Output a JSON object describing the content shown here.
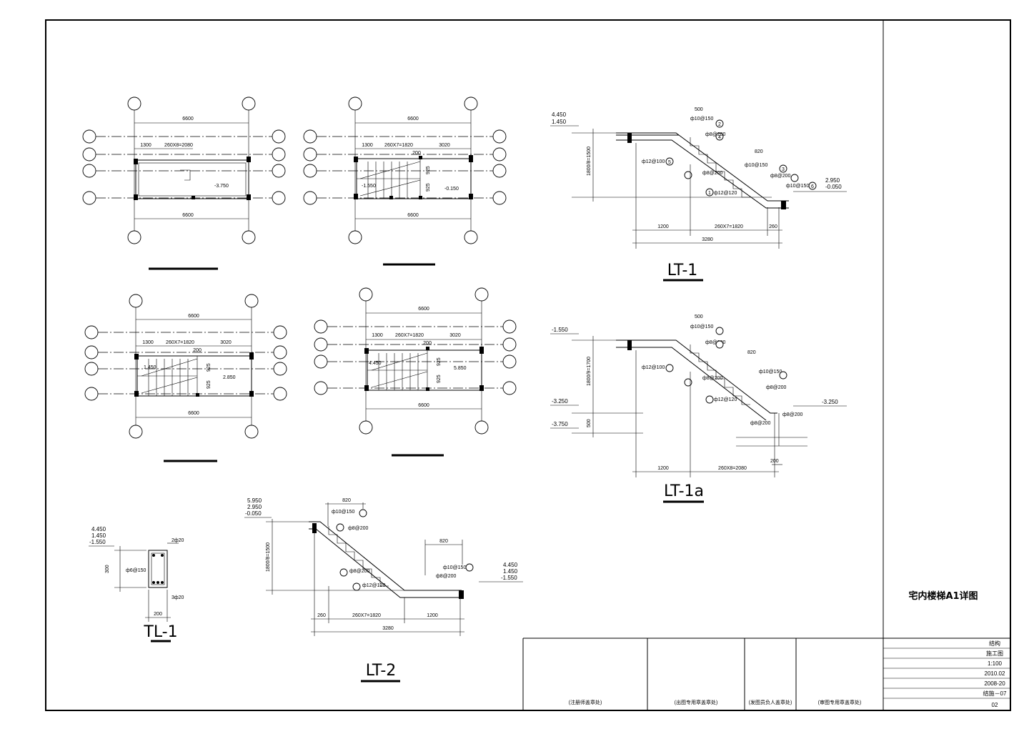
{
  "drawing_title": "宅内楼梯A1详图",
  "title_block": {
    "rows": [
      "结构",
      "施工图",
      "1:100",
      "2010.02",
      "2008-20",
      "结施－07",
      "02"
    ]
  },
  "stamp_cells": [
    "(注册师盖章处)",
    "(出图专用章盖章处)",
    "(发图员负人盖章处)",
    "(审图专用章盖章处)"
  ],
  "plans": {
    "dim_overall": "6600",
    "plan1": {
      "seg1": "1300",
      "seg2": "260X8=2080",
      "elev": "-3.750"
    },
    "plan2": {
      "seg1": "1300",
      "seg2": "260X7=1820",
      "seg3": "3020",
      "mid": "200",
      "v1": "925",
      "v2": "925",
      "elev_left": "-1.550",
      "elev_right": "-0.150"
    },
    "plan3": {
      "seg1": "1300",
      "seg2": "260X7=1820",
      "seg3": "3020",
      "mid": "200",
      "v1": "925",
      "v2": "925",
      "elev_left": "1.450",
      "elev_right": "2.850"
    },
    "plan4": {
      "seg1": "1300",
      "seg2": "260X7=1820",
      "seg3": "3020",
      "mid": "200",
      "v1": "925",
      "v2": "925",
      "elev_left": "4.450",
      "elev_right": "5.850"
    }
  },
  "lt1": {
    "label": "LT-1",
    "elev_top1": "4.450",
    "elev_top2": "1.450",
    "elev_bot1": "2.950",
    "elev_bot2": "-0.050",
    "height": "1800/8=1500",
    "top_dim": "500",
    "mid_dim": "820",
    "bars": [
      "ф10@150",
      "ф8@200",
      "ф12@100",
      "ф8@200",
      "ф10@150",
      "ф8@200",
      "ф12@120",
      "ф10@150"
    ],
    "marks": [
      "1",
      "2",
      "3",
      "4",
      "5",
      "6"
    ],
    "dims_bottom": [
      "1200",
      "260X7=1820",
      "260"
    ],
    "total": "3280"
  },
  "lt1a": {
    "label": "LT-1a",
    "elev_top": "-1.550",
    "elev_mid": "-3.250",
    "elev_mid_r": "-3.250",
    "elev_low": "-3.750",
    "height": "1800/9=1700",
    "pit": "500",
    "top_dim": "500",
    "mid_dim": "820",
    "bars": [
      "ф10@150",
      "ф8@200",
      "ф12@100",
      "ф8@200",
      "ф10@150",
      "ф8@200",
      "ф12@120",
      "ф8@200",
      "ф8@200"
    ],
    "dims_bottom": [
      "1200",
      "260X8=2080"
    ],
    "base": "200"
  },
  "lt2": {
    "label": "LT-2",
    "elev_top": [
      "5.950",
      "2.950",
      "-0.050"
    ],
    "elev_bot": [
      "4.450",
      "1.450",
      "-1.550"
    ],
    "height": "1800/8=1500",
    "top_dim": "820",
    "mid_dim": "820",
    "bars": [
      "ф10@150",
      "ф8@200",
      "ф8@200",
      "ф12@120",
      "ф10@150",
      "ф8@200"
    ],
    "dims_bottom": [
      "260",
      "260X7=1820",
      "1200"
    ],
    "total": "3280"
  },
  "tl1": {
    "label": "TL-1",
    "elevs": [
      "4.450",
      "1.450",
      "-1.550"
    ],
    "top_bar": "2ф20",
    "stirrup": "ф6@150",
    "bot_bar": "3ф20",
    "height": "300",
    "width": "200"
  }
}
